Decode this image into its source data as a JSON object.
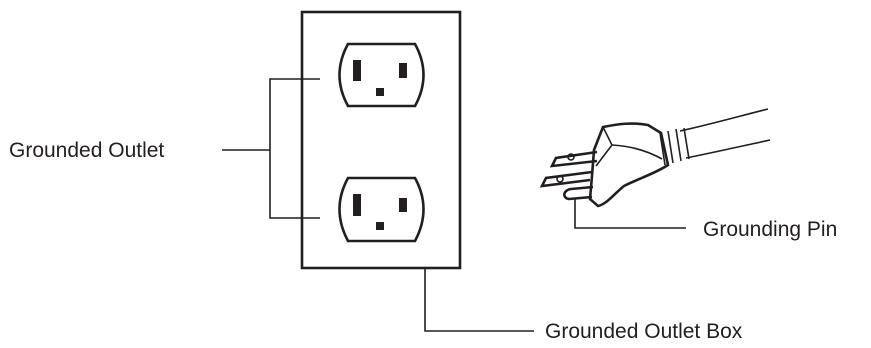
{
  "diagram": {
    "labels": {
      "grounded_outlet": "Grounded Outlet",
      "grounding_pin": "Grounding Pin",
      "grounded_outlet_box": "Grounded Outlet Box"
    },
    "ink_color": "#231f20",
    "background_color": "#ffffff"
  }
}
